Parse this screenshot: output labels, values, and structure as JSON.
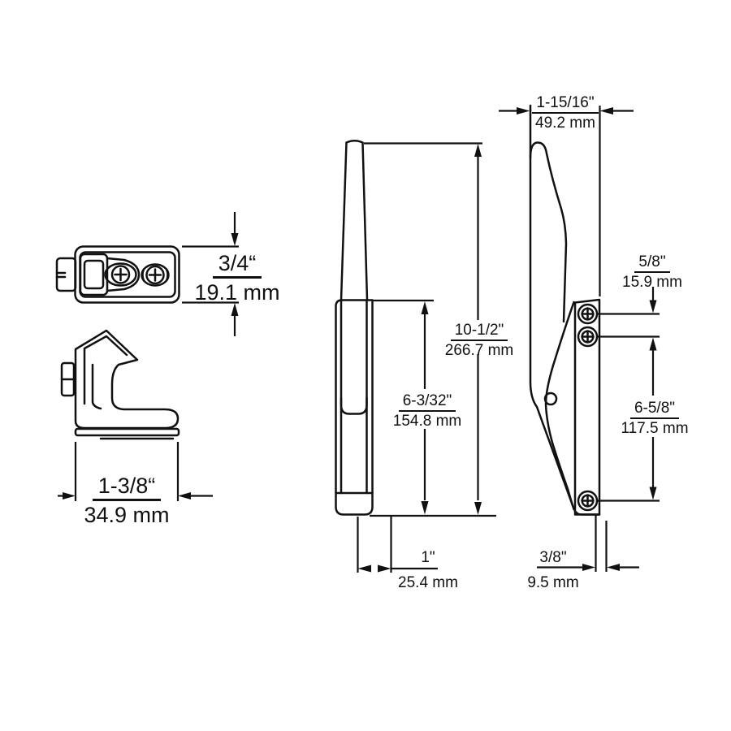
{
  "drawing": {
    "background": "#ffffff",
    "line_color": "#111111"
  },
  "dimensions": {
    "keeper_height": {
      "inch": "3/4“",
      "mm": "19.1 mm"
    },
    "keeper_width": {
      "inch": "1-3/8“",
      "mm": "34.9 mm"
    },
    "handle_total_length": {
      "inch": "10-1/2\"",
      "mm": "266.7 mm"
    },
    "handle_body_length": {
      "inch": "6-3/32\"",
      "mm": "154.8 mm"
    },
    "stem_width": {
      "inch": "1\"",
      "mm": "25.4 mm"
    },
    "side_depth": {
      "inch": "1-15/16\"",
      "mm": "49.2 mm"
    },
    "screw_offset_top": {
      "inch": "5/8\"",
      "mm": "15.9 mm"
    },
    "screw_spacing": {
      "inch": "6-5/8\"",
      "mm": "117.5 mm"
    },
    "plate_offset": {
      "inch": "3/8\"",
      "mm": "9.5 mm"
    }
  }
}
